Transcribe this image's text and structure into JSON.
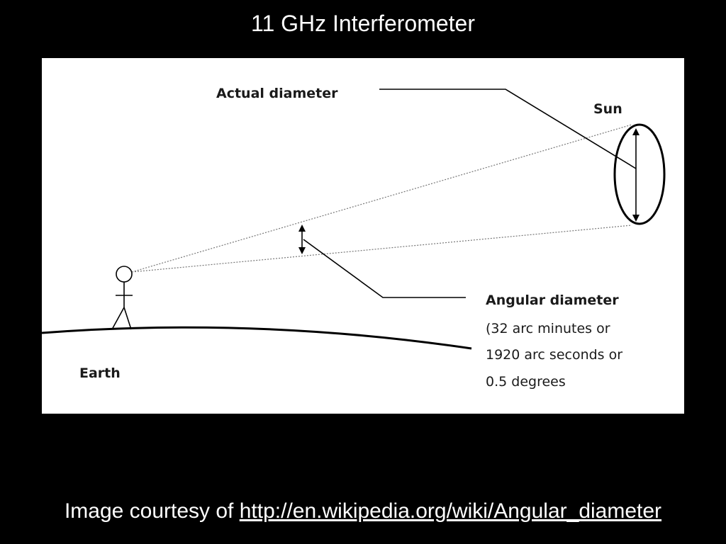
{
  "slide": {
    "title": "11 GHz Interferometer",
    "background_color": "#000000",
    "text_color": "#ffffff"
  },
  "diagram": {
    "labels": {
      "actual_diameter": "Actual diameter",
      "sun": "Sun",
      "earth": "Earth",
      "angular_diameter": "Angular diameter",
      "angular_line_1": "(32 arc minutes or",
      "angular_line_2": "1920 arc seconds or",
      "angular_line_3": "0.5 degrees"
    },
    "icons": [
      "stick-figure-observer",
      "sun-ellipse",
      "double-arrow"
    ]
  },
  "caption": {
    "prefix": "Image courtesy of ",
    "link_text": "http://en.wikipedia.org/wiki/Angular_diameter"
  }
}
